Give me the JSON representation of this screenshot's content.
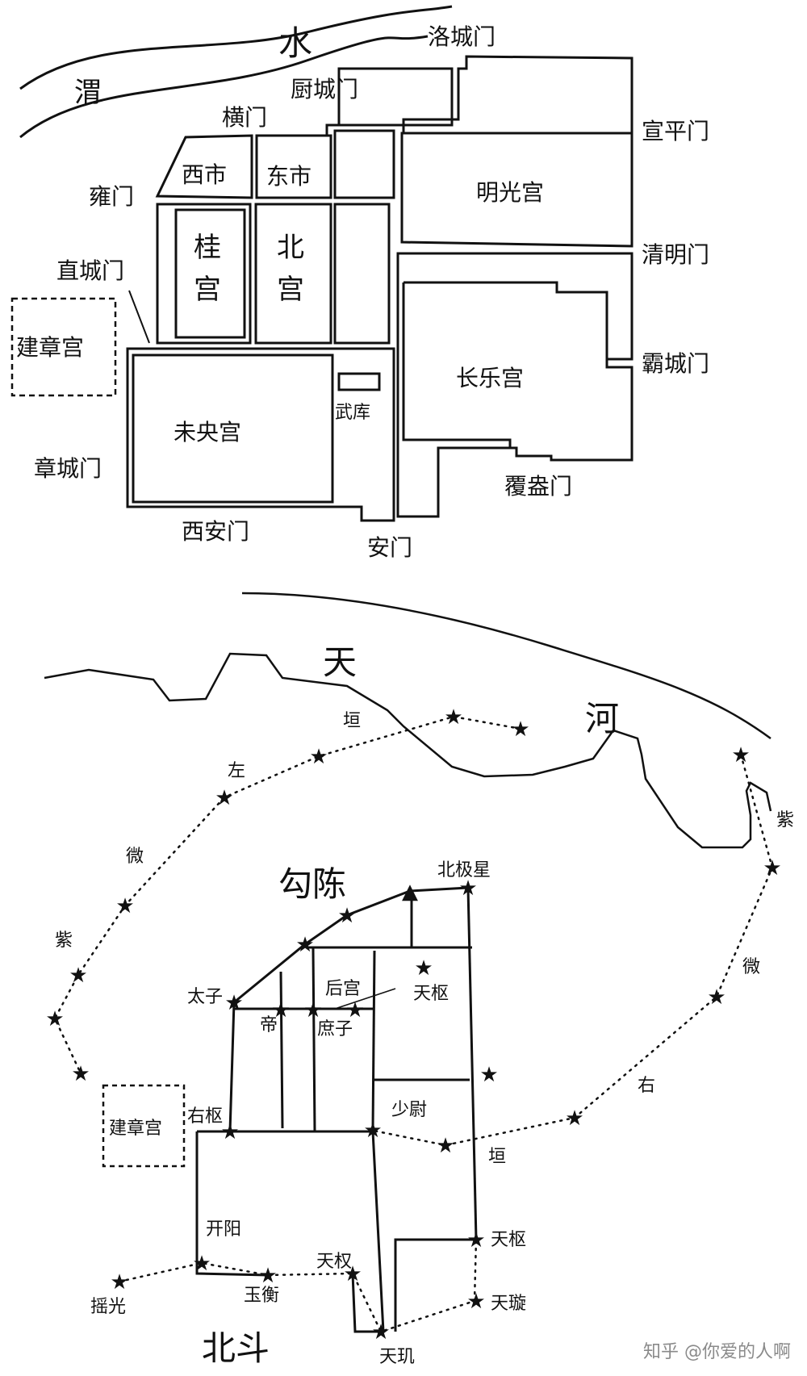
{
  "top_map": {
    "river": [
      "渭",
      "水"
    ],
    "palaces": {
      "xishi": "西市",
      "dongshi": "东市",
      "guigong": [
        "桂",
        "宫"
      ],
      "beigong": [
        "北",
        "宫"
      ],
      "mingguanggong": "明光宫",
      "changlegong": "长乐宫",
      "weiyanggong": "未央宫",
      "jianzhanggong": "建章宫",
      "wuku": "武库"
    },
    "gates": {
      "luocheng": "洛城门",
      "chucheng": "厨城门",
      "heng": "横门",
      "yong": "雍门",
      "zhicheng": "直城门",
      "zhangcheng": "章城门",
      "xian": "西安门",
      "an": "安门",
      "fuang": "覆盎门",
      "bacheng": "霸城门",
      "qingming": "清明门",
      "xuanping": "宣平门"
    }
  },
  "bottom_map": {
    "tianhe": [
      "天",
      "河"
    ],
    "left_wall": [
      "垣",
      "左",
      "微",
      "紫"
    ],
    "right_wall": [
      "紫",
      "微",
      "右",
      "垣"
    ],
    "gouchen": "勾陈",
    "beidou": "北斗",
    "stars": {
      "beijixing": "北极星",
      "taizi": "太子",
      "di": "帝",
      "shuzi": "庶子",
      "hougong": "后宫",
      "tianshu_top": "天枢",
      "shaowei": "少尉",
      "youshu": "右枢",
      "jianzhanggong": "建章宫",
      "kaiyang": "开阳",
      "yaoguang": "摇光",
      "yuheng": "玉衡",
      "tianquan": "天权",
      "tianji": "天玑",
      "tianshu_bottom": "天枢",
      "tianxuan": "天璇"
    }
  },
  "watermark": "知乎 @你爱的人啊"
}
